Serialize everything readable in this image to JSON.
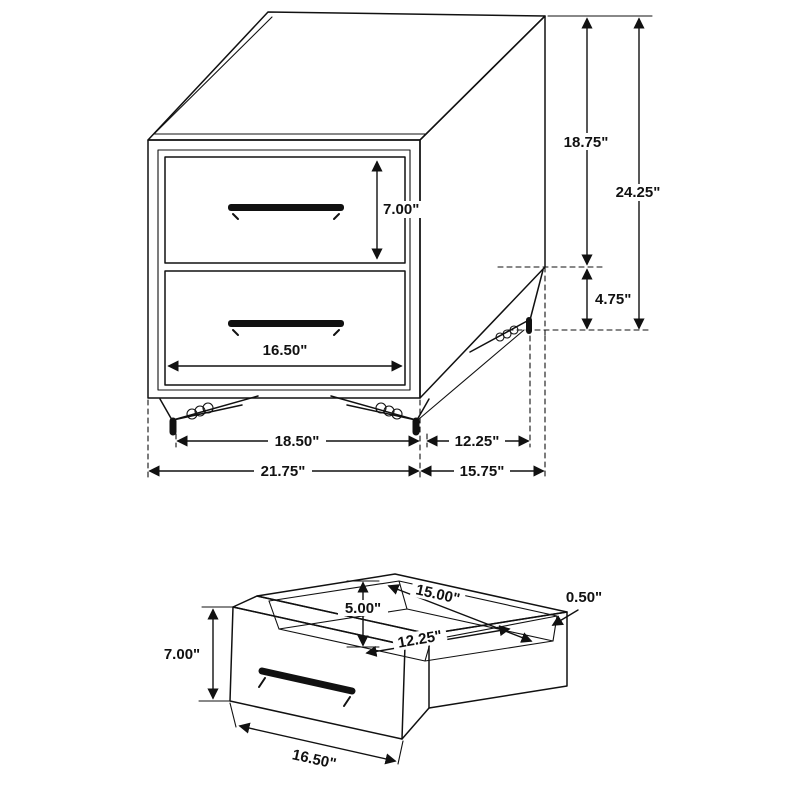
{
  "figure": {
    "background": "#ffffff",
    "line_color": "#111111",
    "views": {
      "nightstand": {
        "name": "nightstand-dimensioned-view",
        "dims": {
          "drawer_front_height": "7.00\"",
          "body_height": "18.75\"",
          "overall_height": "24.25\"",
          "leg_height": "4.75\"",
          "drawer_front_width": "16.50\"",
          "foot_span_width": "18.50\"",
          "foot_span_depth": "12.25\"",
          "overall_width": "21.75\"",
          "overall_depth": "15.75\""
        }
      },
      "drawer": {
        "name": "drawer-detail-view",
        "dims": {
          "interior_height": "5.00\"",
          "interior_width": "15.00\"",
          "side_thickness": "0.50\"",
          "interior_depth": "12.25\"",
          "front_height": "7.00\"",
          "front_width": "16.50\""
        }
      }
    }
  }
}
